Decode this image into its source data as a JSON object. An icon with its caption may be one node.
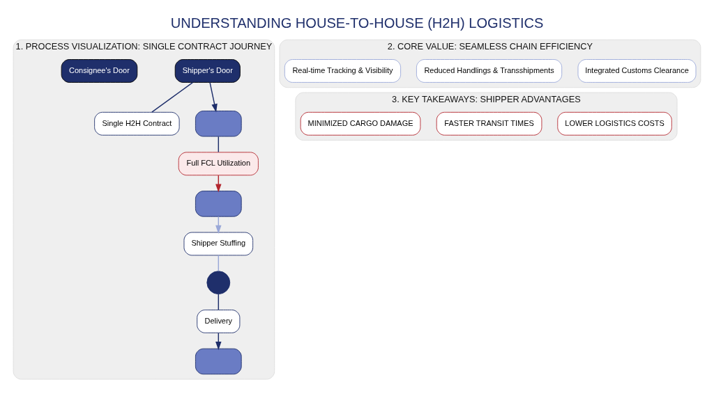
{
  "diagram": {
    "title": "UNDERSTANDING HOUSE-TO-HOUSE (H2H) LOGISTICS",
    "nodes": [
      {
        "text": [
          "1. PROCESS VISUALIZATION: SINGLE CONTRACT JOURNEY"
        ]
      },
      {
        "text": [
          "Shipper's Door"
        ],
        "in": 0
      },
      {
        "text": [
          "Single H2H Contract"
        ],
        "in": 0
      },
      {
        "text": [],
        "shape": "box",
        "in": 0
      },
      {
        "text": [
          "Full FCL Utilization"
        ],
        "in": 0
      },
      {
        "text": [],
        "shape": "box",
        "in": 0
      },
      {
        "text": [
          "Shipper Stuffing"
        ],
        "in": 0
      },
      {
        "text": [],
        "shape": "circle",
        "in": 0
      },
      {
        "text": [
          "Delivery"
        ],
        "in": 0
      },
      {
        "text": [],
        "shape": "box",
        "in": 0
      },
      {
        "text": [
          "Consignee's Door"
        ],
        "in": 0
      },
      {
        "text": [
          "2. CORE VALUE: SEAMLESS CHAIN EFFICIENCY"
        ]
      },
      {
        "text": [
          "Integrated Customs Clearance"
        ],
        "in": 11
      },
      {
        "text": [
          "Reduced Handlings & Transshipments"
        ],
        "in": 11
      },
      {
        "text": [
          "Real-time Tracking & Visibility"
        ],
        "in": 11
      },
      {
        "text": [
          "3. KEY TAKEAWAYS: SHIPPER ADVANTAGES"
        ]
      },
      {
        "text": [
          "LOWER LOGISTICS COSTS"
        ],
        "in": 15
      },
      {
        "text": [
          "FASTER TRANSIT TIMES"
        ],
        "in": 15
      },
      {
        "text": [
          "MINIMIZED CARGO DAMAGE"
        ],
        "in": 15
      }
    ],
    "edges": [
      {
        "from": 1,
        "to": 2,
        "arrow": "none"
      },
      {
        "from": 1,
        "to": 3,
        "arrow": "to"
      },
      {
        "from": 3,
        "to": 4,
        "arrow": "none"
      },
      {
        "from": 4,
        "to": 5,
        "arrow": "to",
        "color": "#b3262e"
      },
      {
        "from": 5,
        "to": 6,
        "arrow": "to",
        "color": "#9aa8d8"
      },
      {
        "from": 6,
        "to": 7,
        "arrow": "none",
        "color": "#9aa8d8"
      },
      {
        "from": 7,
        "to": 8,
        "arrow": "none"
      },
      {
        "from": 8,
        "to": 9,
        "arrow": "to"
      }
    ]
  }
}
